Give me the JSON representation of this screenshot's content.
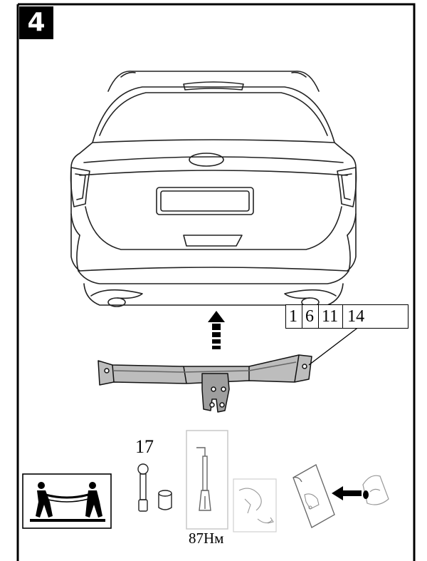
{
  "step": {
    "number": "4"
  },
  "parts": {
    "numbers": [
      "1",
      "6",
      "11",
      "14"
    ]
  },
  "tools": {
    "wrench_size": "17",
    "torque": "87Нм"
  },
  "icons": [
    "car-rear-view-icon",
    "up-arrow-icon",
    "tow-bar-icon",
    "two-persons-carry-icon",
    "wrench-icon",
    "socket-icon",
    "torque-wrench-icon",
    "cable-routing-icon",
    "manual-icon",
    "left-arrow-icon",
    "headlight-icon"
  ]
}
